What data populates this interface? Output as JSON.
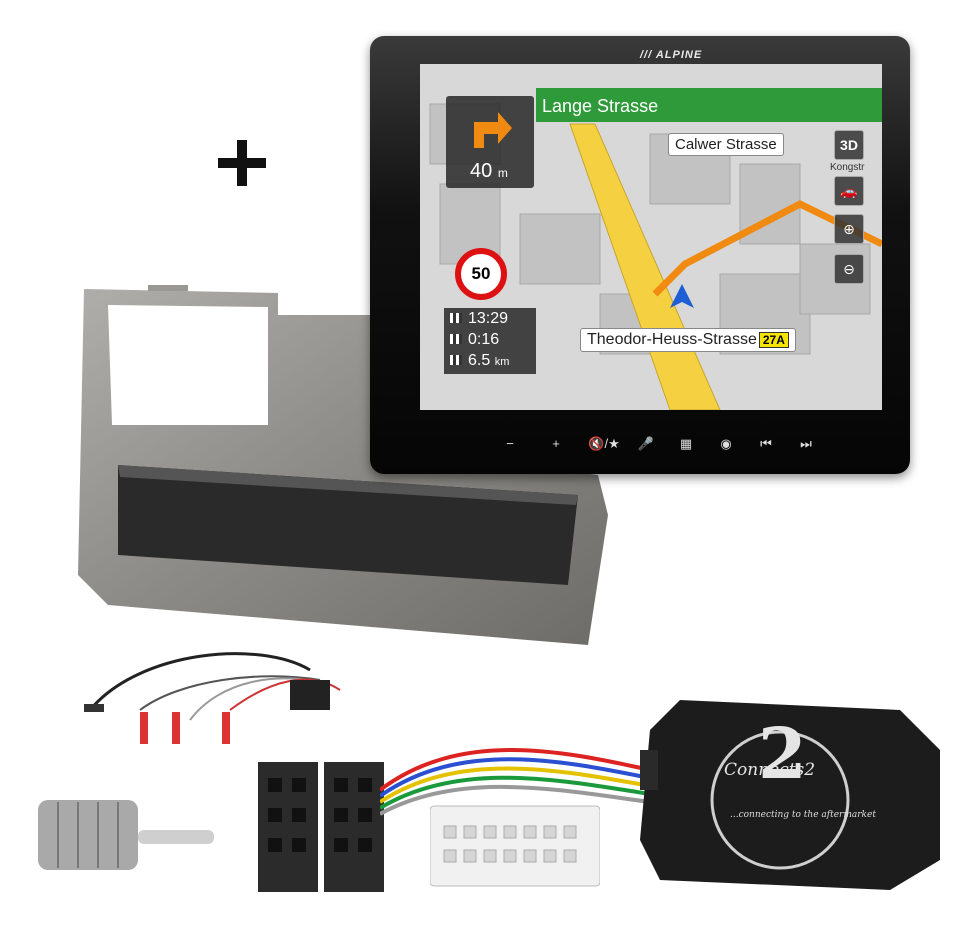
{
  "unit": {
    "brand": "/// ALPINE"
  },
  "navigation": {
    "next_street": "Lange Strasse",
    "turn_distance": "40",
    "turn_distance_unit": "m",
    "street_label_1": "Calwer Strasse",
    "street_label_2": "Theodor-Heuss-Strasse",
    "road_badge": "27A",
    "speed_limit": "50",
    "arrival_time": "13:29",
    "remaining_time": "0:16",
    "remaining_distance": "6.5",
    "remaining_distance_unit": "km",
    "view_mode": "3D",
    "side_text": "Kongstr"
  },
  "control_bar": [
    "−",
    "+",
    "🔇/★",
    "🎤",
    "▦",
    "◉",
    "⏮",
    "⏭"
  ],
  "interface": {
    "brand": "Connects2",
    "logo_number": "2",
    "tagline": "...connecting to the aftermarket"
  },
  "colors": {
    "nav_green": "#2e9a3a",
    "route_orange": "#f08a10",
    "fascia_grey": "#8c8a86",
    "plus_black": "#111111"
  }
}
